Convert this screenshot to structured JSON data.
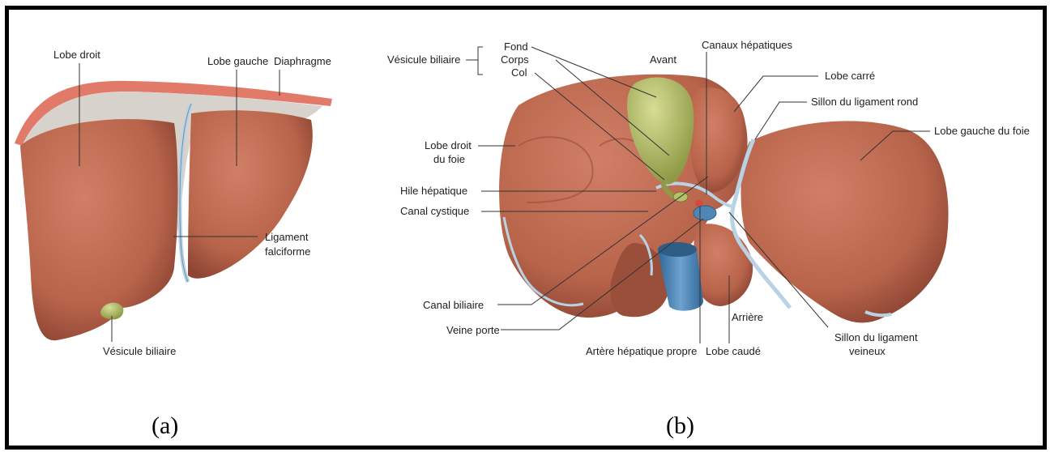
{
  "figure_a": {
    "caption": "(a)",
    "labels": {
      "lobe_droit": "Lobe droit",
      "lobe_gauche": "Lobe gauche",
      "diaphragme": "Diaphragme",
      "ligament_1": "Ligament",
      "ligament_2": "falciforme",
      "vesicule": "Vésicule biliaire"
    }
  },
  "figure_b": {
    "caption": "(b)",
    "labels": {
      "vesicule_biliaire": "Vésicule biliaire",
      "fond": "Fond",
      "corps": "Corps",
      "col": "Col",
      "avant": "Avant",
      "canaux_hepatiques": "Canaux hépatiques",
      "lobe_carre": "Lobe carré",
      "sillon_rond": "Sillon du ligament rond",
      "lobe_gauche_foie": "Lobe gauche du foie",
      "lobe_droit_1": "Lobe droit",
      "lobe_droit_2": "du foie",
      "hile": "Hile hépatique",
      "canal_cystique": "Canal cystique",
      "canal_biliaire": "Canal biliaire",
      "veine_porte": "Veine porte",
      "artere": "Artère hépatique propre",
      "lobe_caude": "Lobe caudé",
      "arriere": "Arrière",
      "sillon_veineux_1": "Sillon du ligament",
      "sillon_veineux_2": "veineux"
    }
  },
  "colors": {
    "liver": "#b8644b",
    "liver_dark": "#8e4634",
    "diaphragm": "#e27a6a",
    "gallbladder": "#b6bf6a",
    "vein": "#4f86b5",
    "ligament": "#b9d3e6",
    "artery": "#d8473a"
  }
}
